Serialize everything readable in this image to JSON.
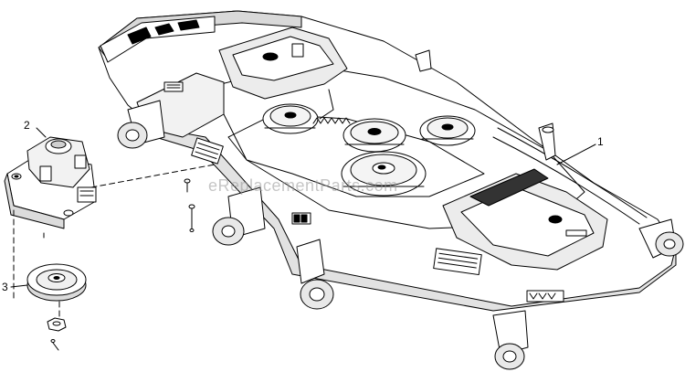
{
  "callouts": [
    {
      "id": "1",
      "label": "1"
    },
    {
      "id": "2",
      "label": "2"
    },
    {
      "id": "3",
      "label": "3"
    }
  ],
  "watermark": "eReplacementParts.com",
  "colors": {
    "line": "#000000",
    "shadow": "#d9d9d9",
    "fill": "#ffffff",
    "watermark": "#969696"
  }
}
